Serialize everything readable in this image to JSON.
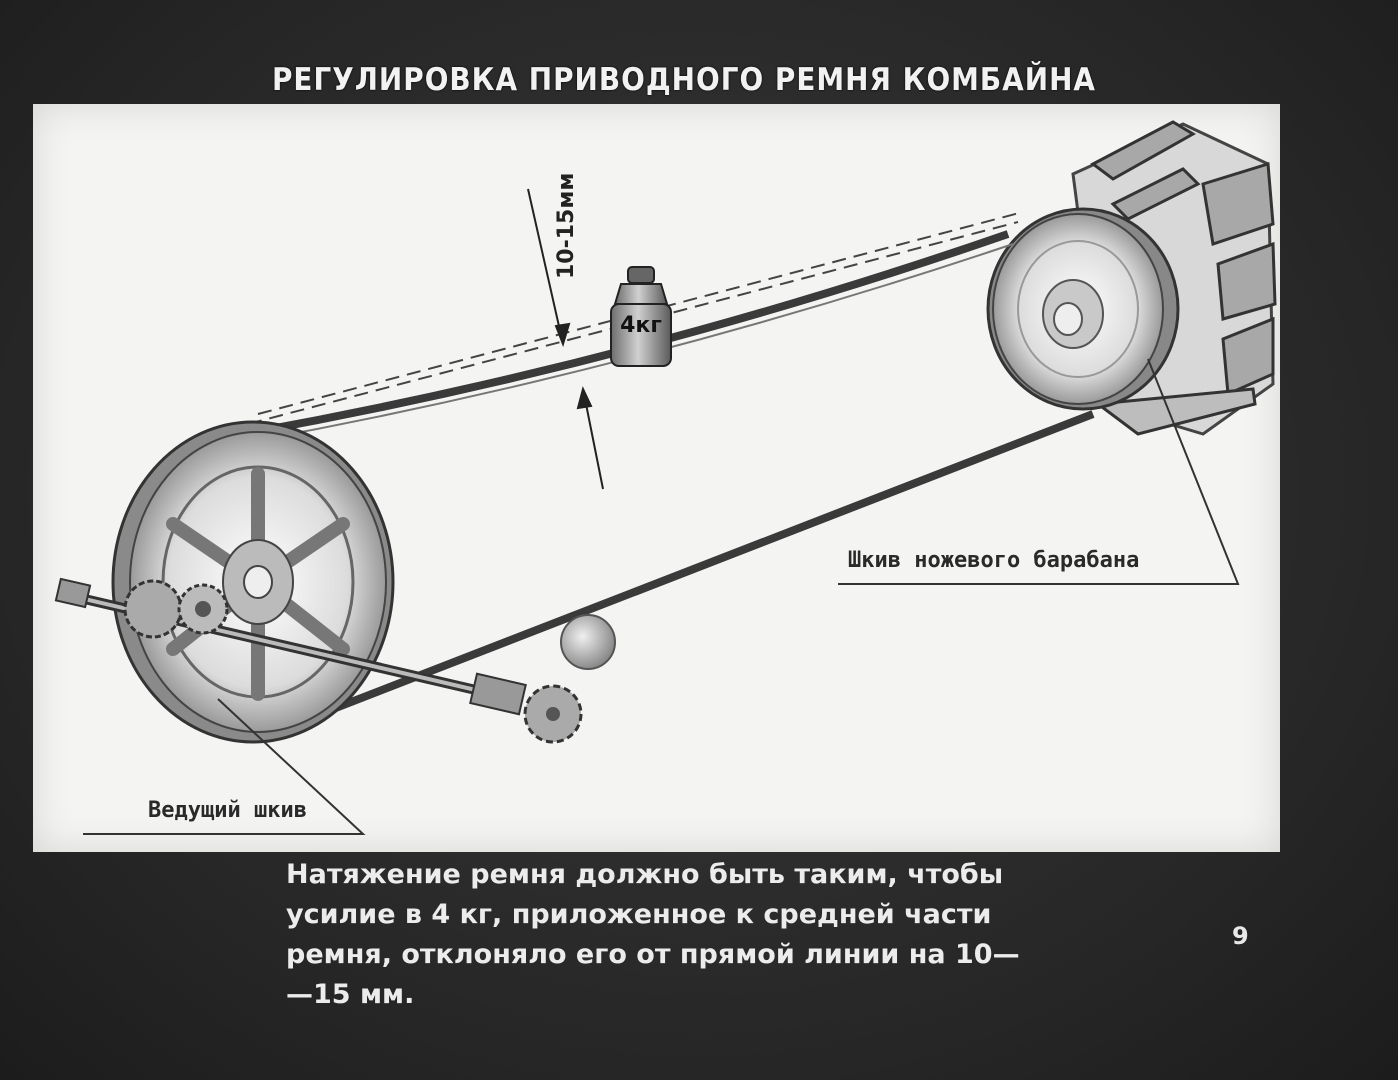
{
  "title": "РЕГУЛИРОВКА ПРИВОДНОГО РЕМНЯ КОМБАЙНА",
  "diagram": {
    "deflection_label": "10-15мм",
    "weight_label": "4кг",
    "drum_pulley_label": "Шкив ножевого барабана",
    "drive_pulley_label": "Ведущий шкив"
  },
  "caption": {
    "line1": "Натяжение ремня должно быть таким, чтобы",
    "line2": "усилие в 4 кг, приложенное к средней части",
    "line3": "ремня, отклоняло его от прямой линии на 10—",
    "line4": "—15 мм."
  },
  "page_number": "9"
}
